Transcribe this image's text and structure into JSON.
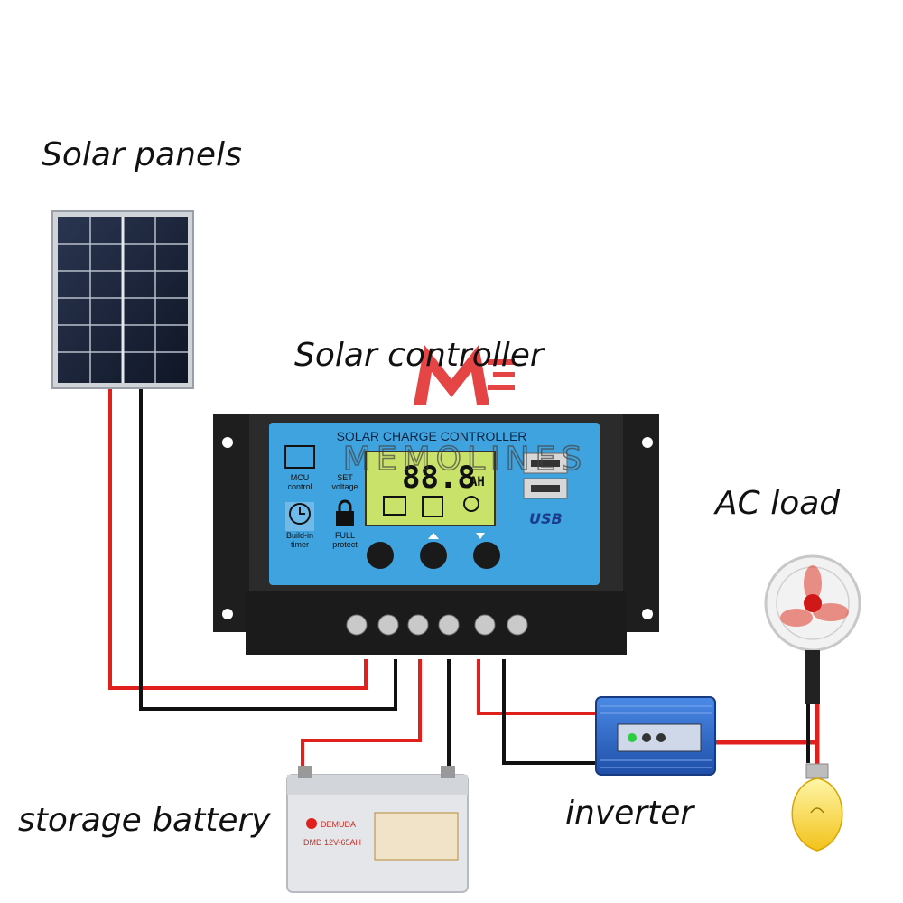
{
  "labels": {
    "solar_panels": "Solar panels",
    "solar_controller": "Solar controller",
    "ac_load": "AC load",
    "storage_battery": "storage battery",
    "inverter": "inverter"
  },
  "controller": {
    "header": "SOLAR CHARGE CONTROLLER",
    "lcd_value": "88.8",
    "lcd_unit": "AH",
    "mcu_label_1": "MCU",
    "mcu_label_2": "control",
    "set_label_1": "SET",
    "set_label_2": "voltage",
    "timer_label_1": "Build-in",
    "timer_label_2": "timer",
    "protect_label_1": "FULL",
    "protect_label_2": "protect",
    "usb_label": "USB"
  },
  "watermark": {
    "text": "MEMOLINES"
  },
  "battery": {
    "brand": "DEMUDA",
    "model": "DMD 12V-65AH"
  },
  "colors": {
    "wire_red": "#e0201c",
    "wire_black": "#111111",
    "controller_panel": "#3fa3e0",
    "controller_body": "#2a2a2a",
    "lcd": "#c9e26a",
    "inverter_body": "#2e6fd0",
    "watermark_red": "#e02424"
  }
}
